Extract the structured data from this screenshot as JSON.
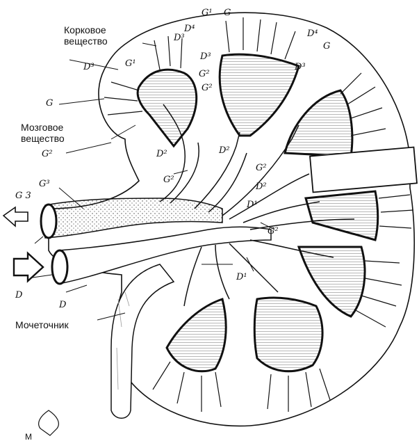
{
  "labels": {
    "cortex": [
      "Корковое",
      "вещество"
    ],
    "medulla": [
      "Мозговое",
      "вещество"
    ],
    "ureter": "Мочеточник",
    "m": "M"
  },
  "codes": {
    "g": "G",
    "g1": "G¹",
    "g2": "G²",
    "g3": "G³",
    "g3_arrow": "G 3",
    "d": "D",
    "d1": "D¹",
    "d2": "D²",
    "d3": "D³",
    "d4": "D⁴"
  },
  "colors": {
    "ink": "#111111",
    "paper": "#ffffff",
    "stipple": "#444444"
  }
}
